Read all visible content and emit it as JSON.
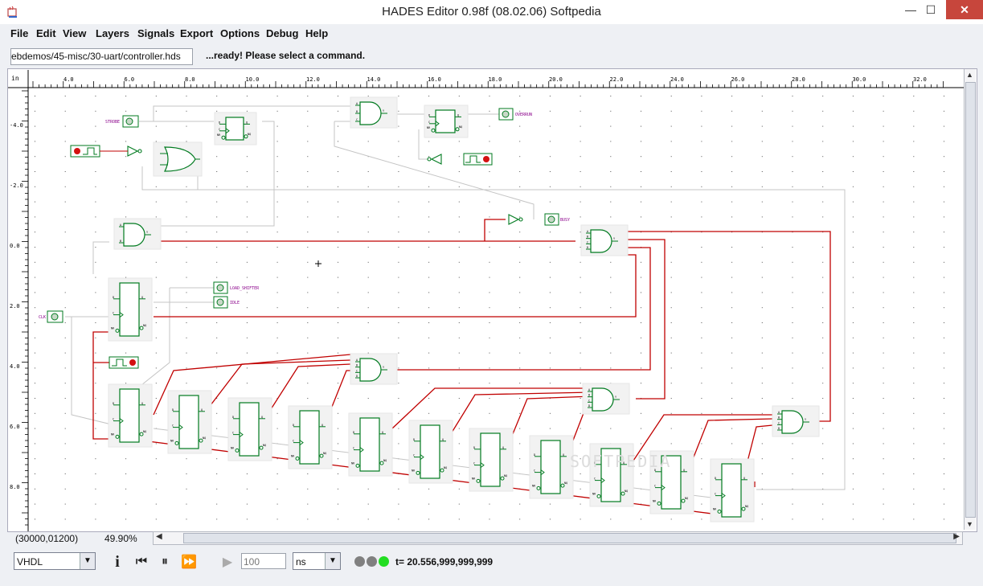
{
  "window": {
    "title": "HADES Editor 0.98f (08.02.06)   Softpedia",
    "minimize": "—",
    "maximize": "☐",
    "close": "✕"
  },
  "menu": [
    "File",
    "Edit",
    "View",
    "Layers",
    "Signals",
    "Export",
    "Options",
    "Debug",
    "Help"
  ],
  "toolbar": {
    "path": "ebdemos/45-misc/30-uart/controller.hds",
    "status": "...ready! Please select a command."
  },
  "ruler": {
    "unit": "in",
    "x_ticks": [
      "4.0",
      "6.0",
      "8.0",
      "10.0",
      "12.0",
      "14.0",
      "16.0",
      "18.0",
      "20.0",
      "22.0",
      "24.0",
      "26.0",
      "28.0",
      "30.0",
      "32.0"
    ],
    "y_ticks": [
      "-4.0",
      "-2.0",
      "0.0",
      "2.0",
      "4.0",
      "6.0",
      "8.0"
    ]
  },
  "signals": {
    "strobe": "STROBE",
    "overrun": "OVERRUN",
    "busy": "BUSY",
    "load_shifter": "LOAD_SHIFTER",
    "idle": "IDLE",
    "clk": "CLK"
  },
  "gate_pins": [
    "A",
    "B",
    "C",
    "D",
    "Y"
  ],
  "flipflop_pins": [
    "D",
    "C",
    "NR",
    "NQ",
    "Q"
  ],
  "watermark": "SOFTPEDIA",
  "statusbar": {
    "coordinates": "(30000,01200)",
    "zoom": "49.90%"
  },
  "sim": {
    "language": "VHDL",
    "stepsize": "100",
    "unit": "ns",
    "time": "t= 20.556,999,999,999",
    "controls": [
      "info-icon",
      "rewind-icon",
      "pause-icon",
      "fast-forward-icon",
      "play-icon"
    ]
  },
  "colors": {
    "wire_active": "#c00000",
    "component": "#007a1f",
    "wire_idle": "#bdbdbd",
    "label": "#8a008a",
    "led_green": "#22dd22",
    "led_gray": "#808080",
    "close_button": "#c7463c"
  }
}
